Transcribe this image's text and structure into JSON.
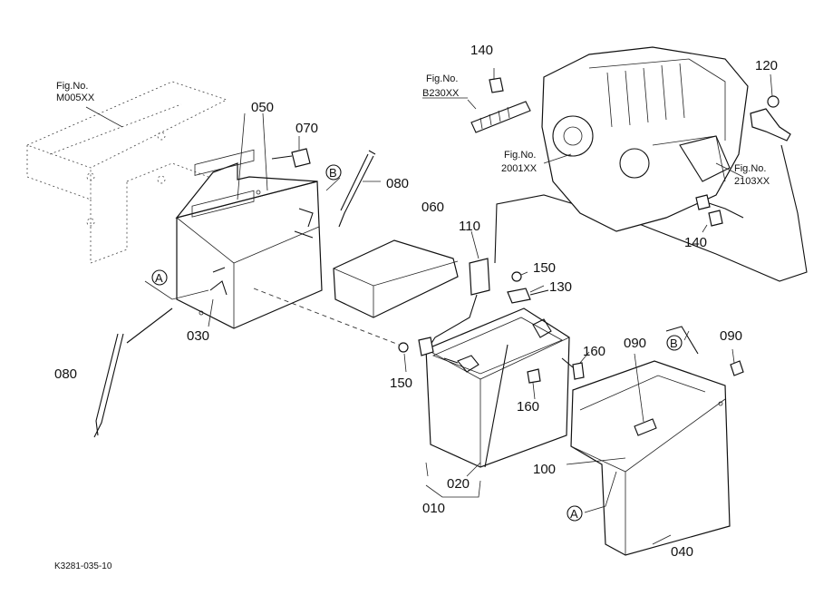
{
  "diagram": {
    "figure_id": "K3281-035-10",
    "fig_refs": [
      {
        "key": "m005",
        "label": "Fig.No.",
        "code": "M005XX"
      },
      {
        "key": "b230",
        "label": "Fig.No.",
        "code": "B230XX"
      },
      {
        "key": "f2001",
        "label": "Fig.No.",
        "code": "2001XX"
      },
      {
        "key": "f2103",
        "label": "Fig.No.",
        "code": "2103XX"
      }
    ],
    "part_numbers": {
      "p140a": "140",
      "p140b": "140",
      "p120": "120",
      "p050": "050",
      "p070": "070",
      "p080a": "080",
      "p080b": "080",
      "p060": "060",
      "p110": "110",
      "p150a": "150",
      "p150b": "150",
      "p130": "130",
      "p160a": "160",
      "p160b": "160",
      "p090a": "090",
      "p090b": "090",
      "p030": "030",
      "p100": "100",
      "p020": "020",
      "p010": "010",
      "p040": "040"
    },
    "letters": {
      "a1": "A",
      "a2": "A",
      "b1": "B",
      "b2": "B"
    }
  }
}
